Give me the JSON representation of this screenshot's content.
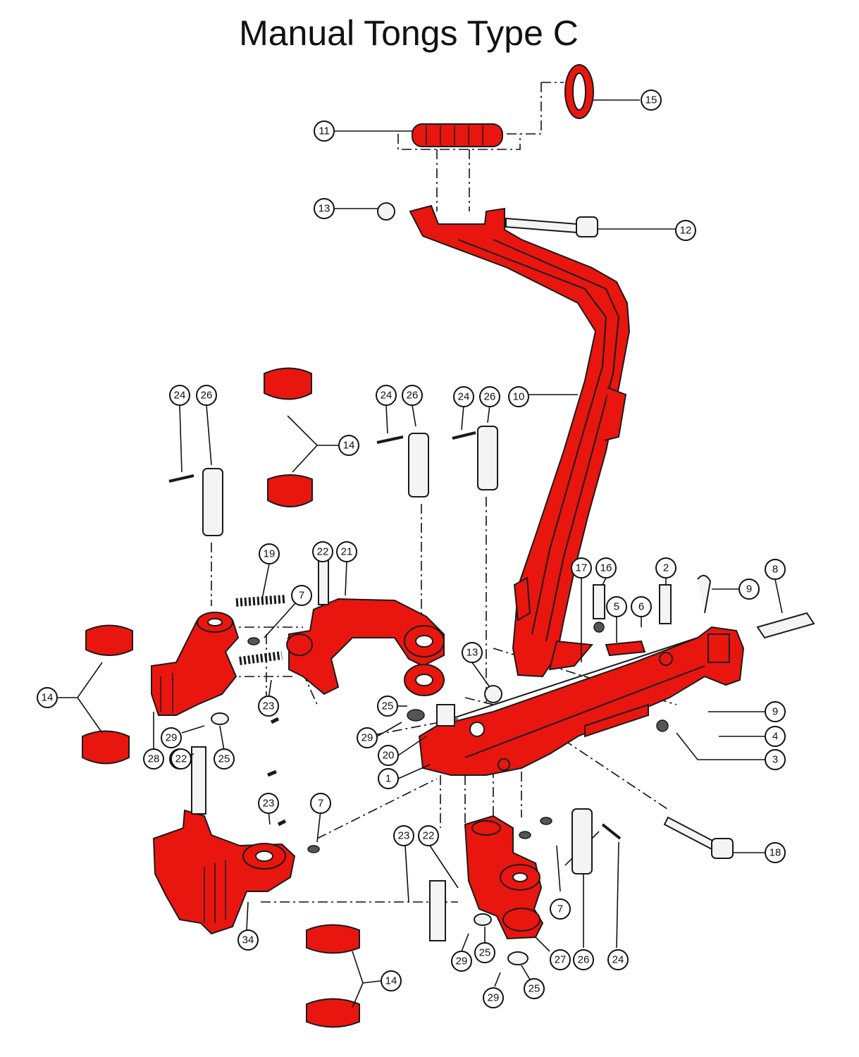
{
  "title": "Manual Tongs Type C",
  "colors": {
    "part_fill": "#e8160f",
    "line": "#111111",
    "background": "#ffffff"
  },
  "callouts": [
    "15",
    "11",
    "13",
    "12",
    "10",
    "24",
    "26",
    "14",
    "24",
    "26",
    "24",
    "26",
    "19",
    "7",
    "22",
    "21",
    "17",
    "16",
    "2",
    "9",
    "8",
    "5",
    "6",
    "13",
    "25",
    "29",
    "20",
    "1",
    "9",
    "4",
    "3",
    "14",
    "28",
    "22",
    "29",
    "25",
    "23",
    "23",
    "7",
    "22",
    "23",
    "22",
    "7",
    "26",
    "24",
    "18",
    "34",
    "29",
    "25",
    "27",
    "14",
    "29",
    "25"
  ]
}
